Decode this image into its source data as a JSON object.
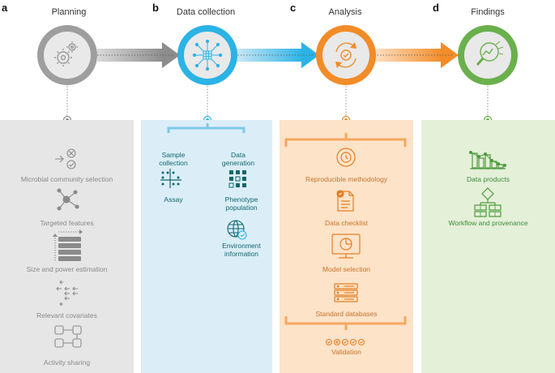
{
  "panels": [
    {
      "letter": "a",
      "title": "Planning",
      "color": "#9e9e9e",
      "items": [
        "Microbial community selection",
        "Targeted features",
        "Size and power estimation",
        "Relevant covariates",
        "Activity sharing"
      ]
    },
    {
      "letter": "b",
      "title": "Data collection",
      "color": "#2bb3e6",
      "groups": [
        {
          "label": "Sample\ncollection",
          "items": [
            "Assay"
          ]
        },
        {
          "label": "Data\ngeneration",
          "items": [
            "Phenotype\npopulation",
            "Environment\ninformation"
          ]
        }
      ]
    },
    {
      "letter": "c",
      "title": "Analysis",
      "color": "#f28c28",
      "items": [
        "Reproducible methodology",
        "Data checklist",
        "Model selection",
        "Standard databases",
        "Validation"
      ]
    },
    {
      "letter": "d",
      "title": "Findings",
      "color": "#6ab04c",
      "items": [
        "Data products",
        "Workflow and provenance"
      ]
    }
  ],
  "colors": {
    "planning_bg": "#e6e6e7",
    "collection_bg": "#dbeef8",
    "analysis_bg": "#fde3c8",
    "findings_bg": "#e4f0d8"
  }
}
